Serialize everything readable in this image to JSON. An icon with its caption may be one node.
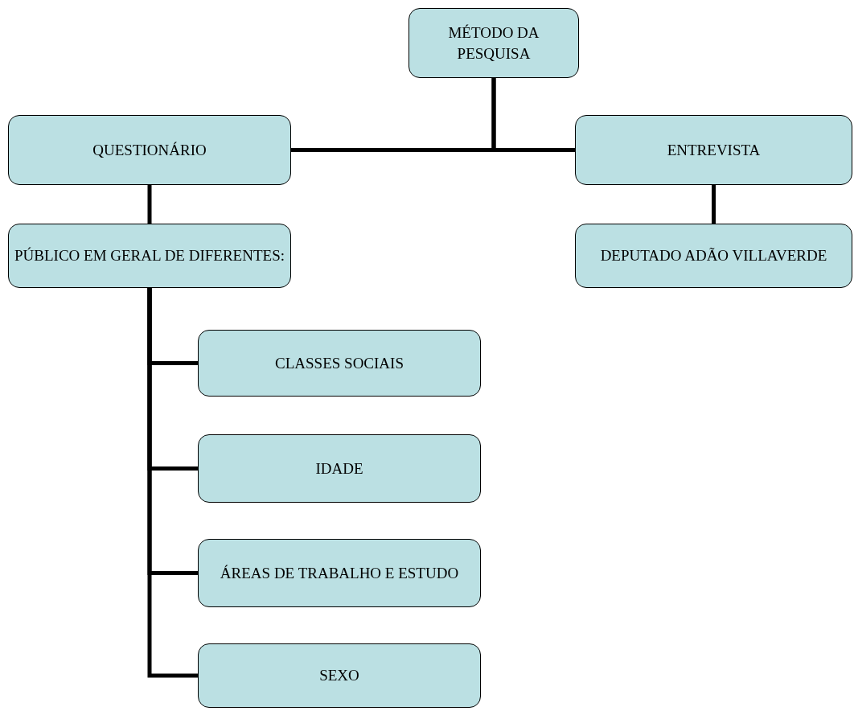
{
  "diagram": {
    "nodes": [
      {
        "text": [
          "MÉTODO DA PESQUISA"
        ]
      },
      {
        "text": [
          "QUESTIONÁRIO"
        ]
      },
      {
        "text": [
          "ENTREVISTA"
        ]
      },
      {
        "text": [
          "PÚBLICO EM GERAL DE DIFERENTES:"
        ]
      },
      {
        "text": [
          "DEPUTADO ADÃO VILLAVERDE"
        ]
      },
      {
        "text": [
          "CLASSES SOCIAIS"
        ]
      },
      {
        "text": [
          "IDADE"
        ]
      },
      {
        "text": [
          "ÁREAS DE TRABALHO E ESTUDO"
        ]
      },
      {
        "text": [
          "SEXO"
        ]
      }
    ],
    "edges": [
      {
        "from": 0,
        "to": 1,
        "arrow": "none"
      },
      {
        "from": 0,
        "to": 2,
        "arrow": "none"
      },
      {
        "from": 1,
        "to": 3,
        "arrow": "none"
      },
      {
        "from": 2,
        "to": 4,
        "arrow": "none"
      },
      {
        "from": 3,
        "to": 5,
        "arrow": "none"
      },
      {
        "from": 3,
        "to": 6,
        "arrow": "none"
      },
      {
        "from": 3,
        "to": 7,
        "arrow": "none"
      },
      {
        "from": 3,
        "to": 8,
        "arrow": "none"
      }
    ]
  }
}
